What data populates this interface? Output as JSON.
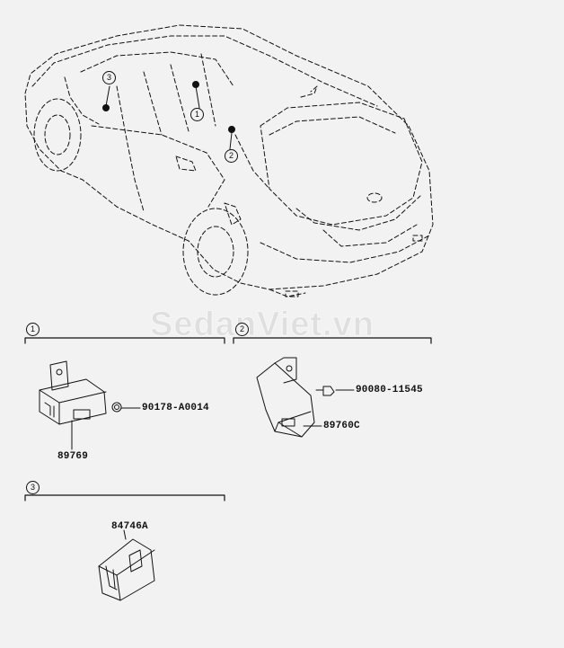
{
  "watermark": "SedanViet.vn",
  "callouts": {
    "car_1": "1",
    "car_2": "2",
    "car_3": "3",
    "sec_1": "1",
    "sec_2": "2",
    "sec_3": "3"
  },
  "parts": {
    "p89769": "89769",
    "p90178": "90178-A0014",
    "p89760c": "89760C",
    "p90080": "90080-11545",
    "p84746a": "84746A"
  },
  "colors": {
    "line": "#111111",
    "background": "#f2f2f2"
  }
}
